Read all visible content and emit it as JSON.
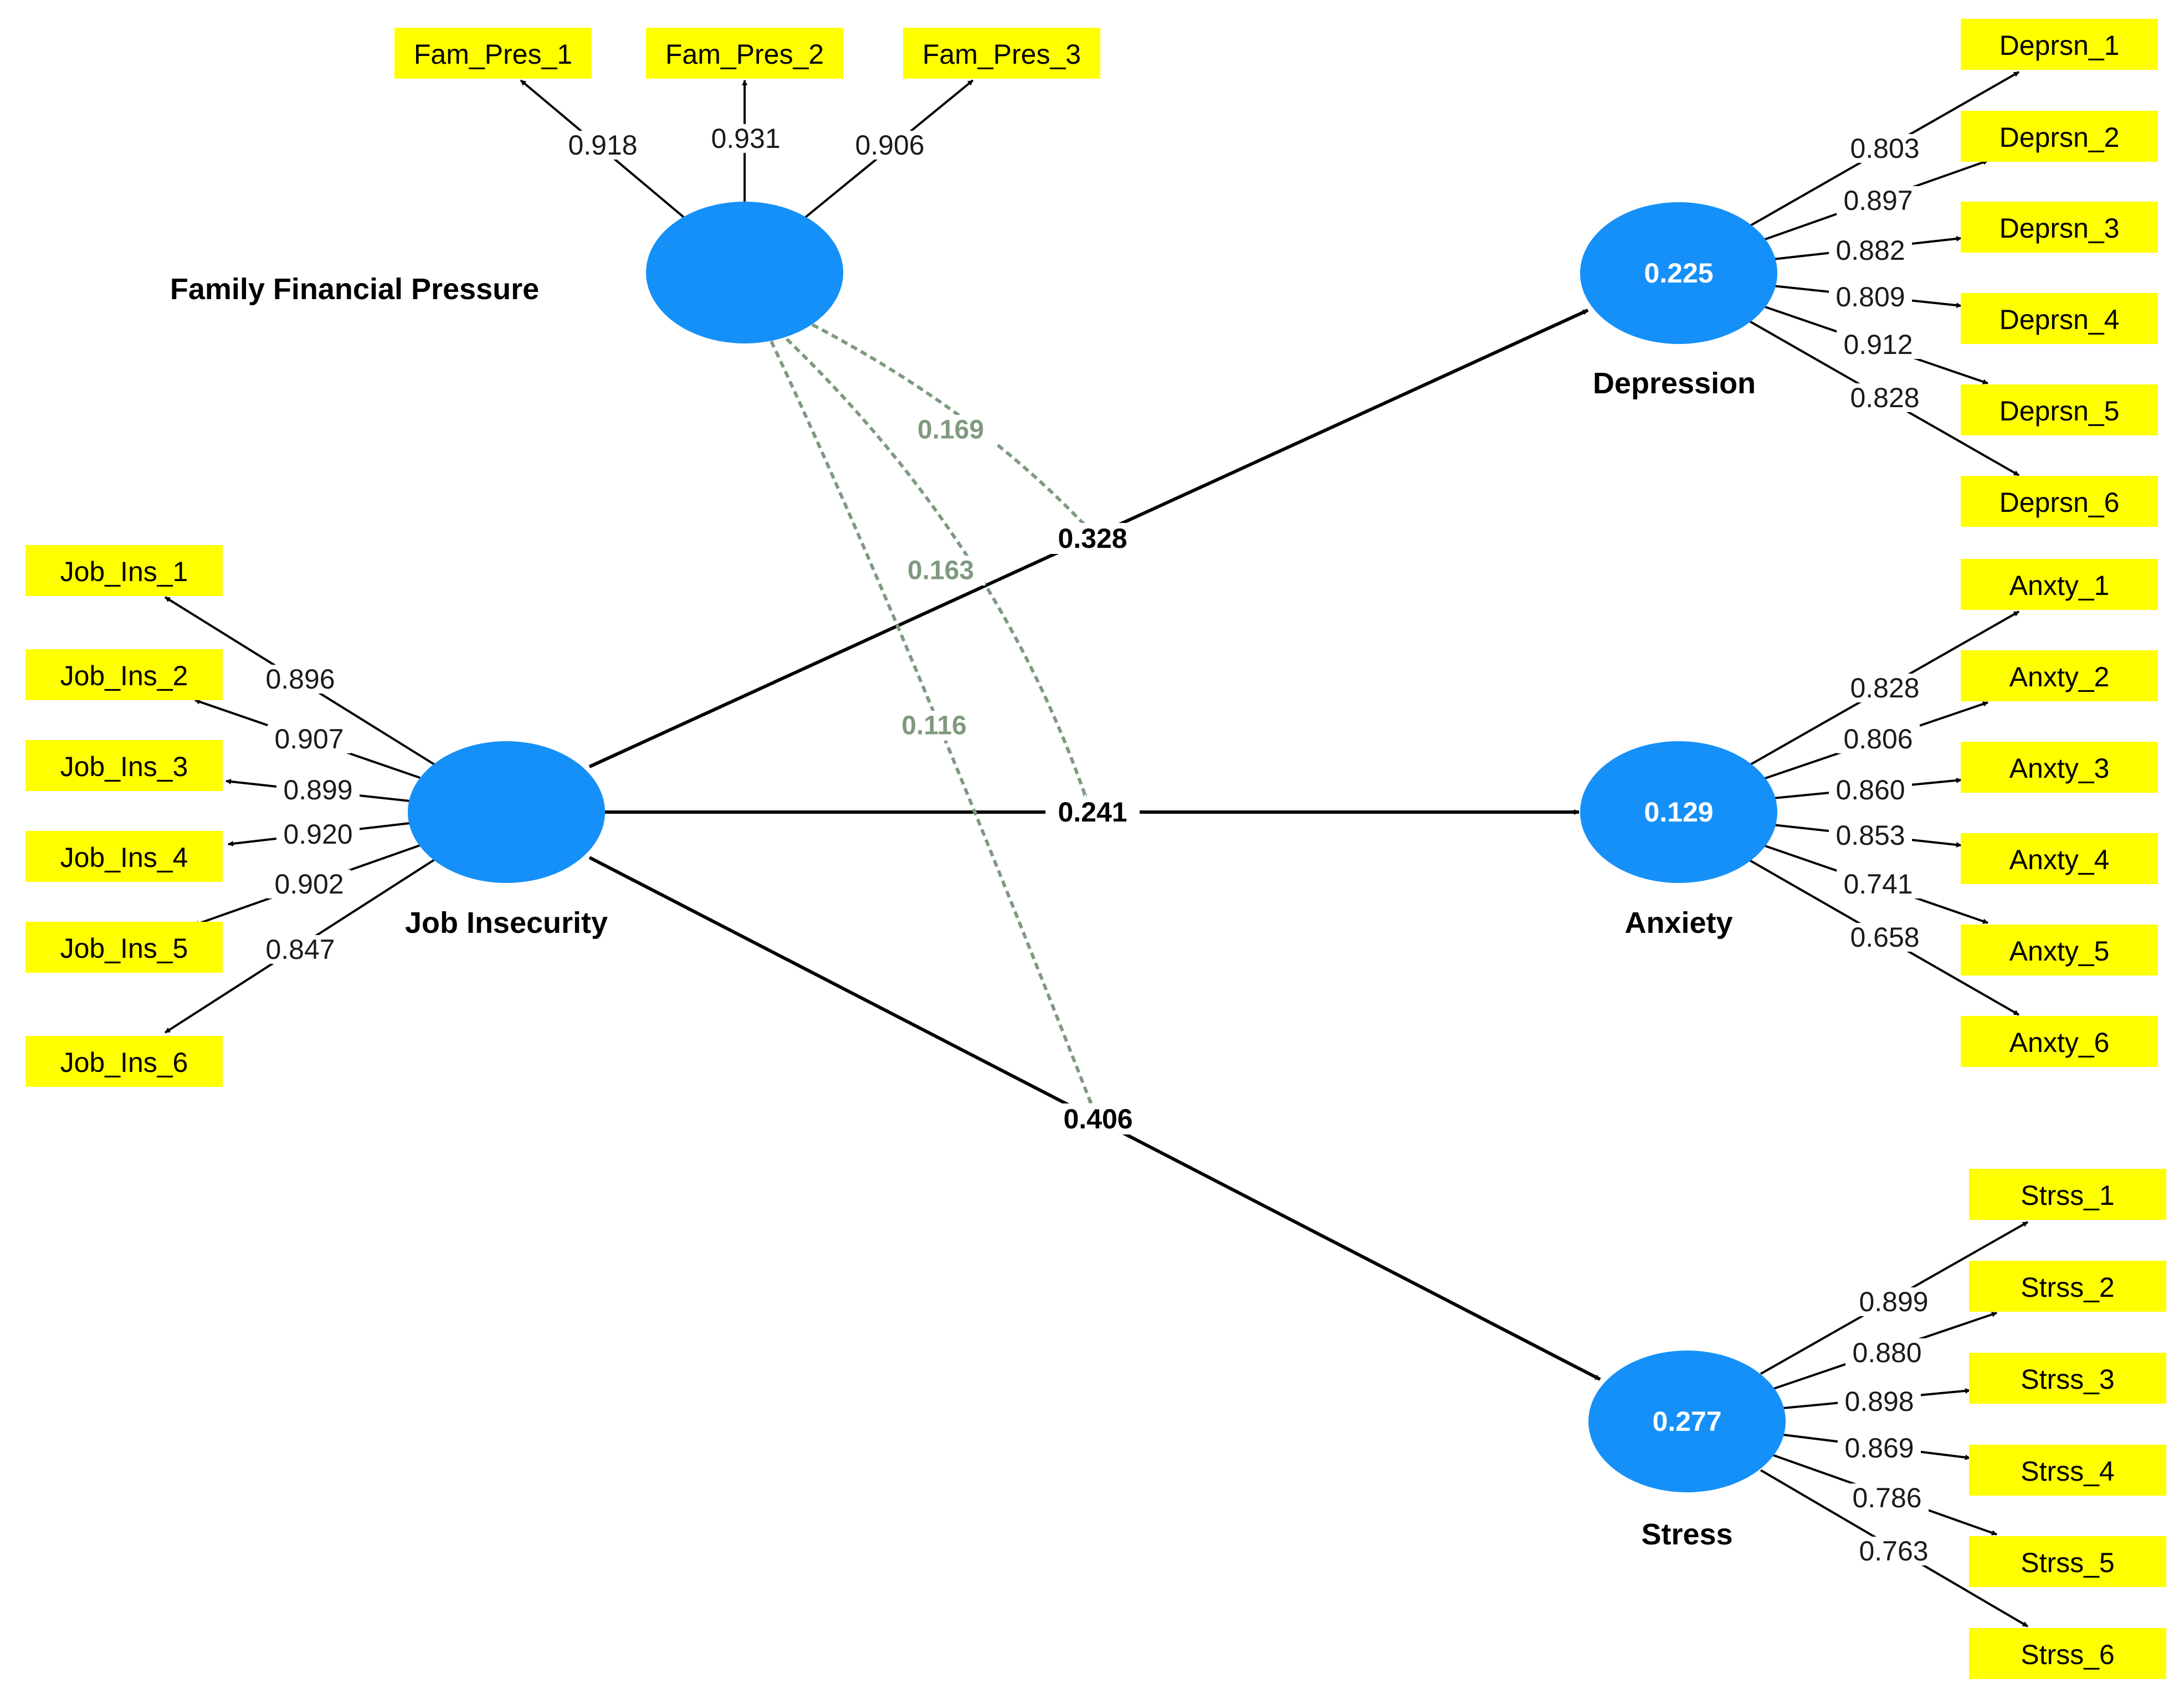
{
  "colors": {
    "construct_fill": "#1590f8",
    "indicator_fill": "#ffff00",
    "arrow": "#000000",
    "moderator_arrow": "#7f9a7f"
  },
  "constructs": {
    "ffp": {
      "label": "Family Financial Pressure",
      "r2": ""
    },
    "ji": {
      "label": "Job Insecurity",
      "r2": ""
    },
    "dep": {
      "label": "Depression",
      "r2": "0.225"
    },
    "anx": {
      "label": "Anxiety",
      "r2": "0.129"
    },
    "str": {
      "label": "Stress",
      "r2": "0.277"
    }
  },
  "indicators": {
    "ffp": [
      {
        "label": "Fam_Pres_1",
        "loading": "0.918"
      },
      {
        "label": "Fam_Pres_2",
        "loading": "0.931"
      },
      {
        "label": "Fam_Pres_3",
        "loading": "0.906"
      }
    ],
    "ji": [
      {
        "label": "Job_Ins_1",
        "loading": "0.896"
      },
      {
        "label": "Job_Ins_2",
        "loading": "0.907"
      },
      {
        "label": "Job_Ins_3",
        "loading": "0.899"
      },
      {
        "label": "Job_Ins_4",
        "loading": "0.920"
      },
      {
        "label": "Job_Ins_5",
        "loading": "0.902"
      },
      {
        "label": "Job_Ins_6",
        "loading": "0.847"
      }
    ],
    "dep": [
      {
        "label": "Deprsn_1",
        "loading": "0.803"
      },
      {
        "label": "Deprsn_2",
        "loading": "0.897"
      },
      {
        "label": "Deprsn_3",
        "loading": "0.882"
      },
      {
        "label": "Deprsn_4",
        "loading": "0.809"
      },
      {
        "label": "Deprsn_5",
        "loading": "0.912"
      },
      {
        "label": "Deprsn_6",
        "loading": "0.828"
      }
    ],
    "anx": [
      {
        "label": "Anxty_1",
        "loading": "0.828"
      },
      {
        "label": "Anxty_2",
        "loading": "0.806"
      },
      {
        "label": "Anxty_3",
        "loading": "0.860"
      },
      {
        "label": "Anxty_4",
        "loading": "0.853"
      },
      {
        "label": "Anxty_5",
        "loading": "0.741"
      },
      {
        "label": "Anxty_6",
        "loading": "0.658"
      }
    ],
    "str": [
      {
        "label": "Strss_1",
        "loading": "0.899"
      },
      {
        "label": "Strss_2",
        "loading": "0.880"
      },
      {
        "label": "Strss_3",
        "loading": "0.898"
      },
      {
        "label": "Strss_4",
        "loading": "0.869"
      },
      {
        "label": "Strss_5",
        "loading": "0.786"
      },
      {
        "label": "Strss_6",
        "loading": "0.763"
      }
    ]
  },
  "paths": {
    "ji_dep": "0.328",
    "ji_anx": "0.241",
    "ji_str": "0.406"
  },
  "moderating_effects": {
    "dep": "0.169",
    "anx": "0.163",
    "str": "0.116"
  }
}
